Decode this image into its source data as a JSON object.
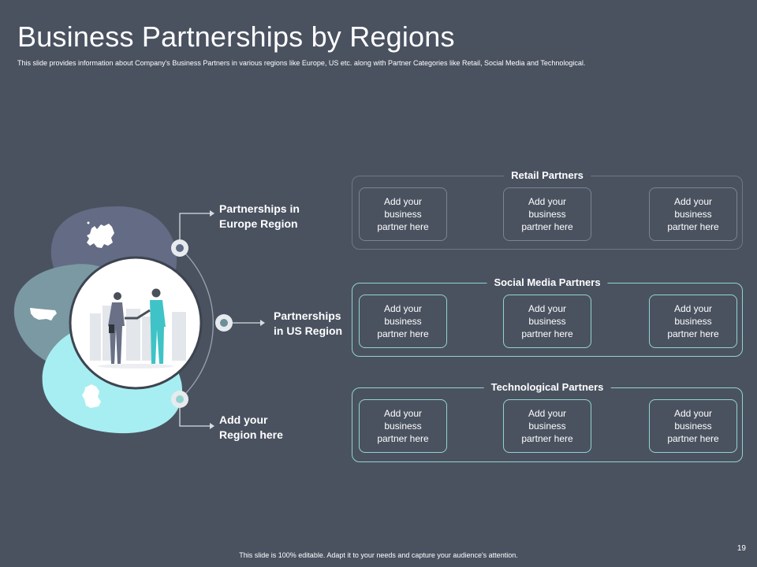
{
  "slide": {
    "title": "Business Partnerships by Regions",
    "subtitle": "This slide provides information about Company's Business Partners in various regions like Europe, US etc. along with Partner Categories like Retail,  Social Media and Technological.",
    "footer": "This slide is 100% editable.  Adapt it to your needs and capture your audience's attention.",
    "page_number": "19"
  },
  "regions": [
    {
      "label": "Partnerships in Europe Region",
      "icon": "europe-map-icon"
    },
    {
      "label": "Partnerships in US Region",
      "icon": "usa-map-icon"
    },
    {
      "label": "Add your Region here",
      "icon": "germany-map-icon"
    }
  ],
  "partner_groups": [
    {
      "title": "Retail Partners",
      "cards": [
        "Add your business partner here",
        "Add your business partner here",
        "Add your business partner here"
      ]
    },
    {
      "title": "Social Media Partners",
      "cards": [
        "Add your business partner here",
        "Add your business partner here",
        "Add your business partner here"
      ]
    },
    {
      "title": "Technological Partners",
      "cards": [
        "Add your business partner here",
        "Add your business partner here",
        "Add your business partner here"
      ]
    }
  ],
  "colors": {
    "background": "#4a5260",
    "blob_top": "#636b85",
    "blob_middle": "#7b99a3",
    "blob_bottom": "#a7eef2",
    "accent_teal": "#93d3cf",
    "connector": "#d6dde2"
  }
}
